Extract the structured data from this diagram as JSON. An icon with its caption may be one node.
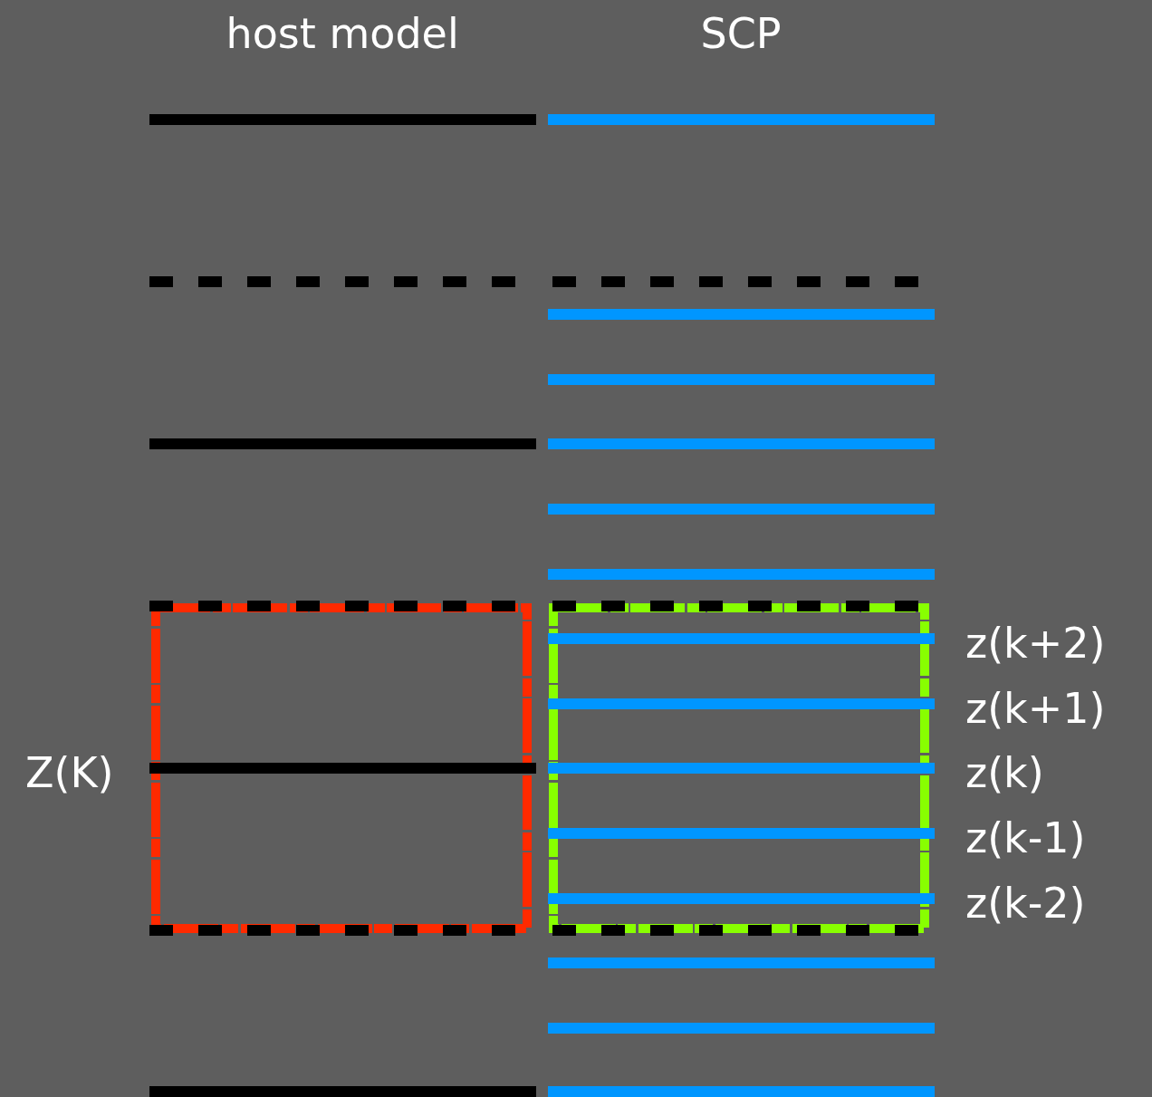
{
  "diagram": {
    "labels": [
      "host model",
      "SCP",
      "z(k+2)",
      "z(k+1)",
      "Z(K)",
      "z(k)",
      "z(k-1)",
      "z(k-2)"
    ]
  }
}
